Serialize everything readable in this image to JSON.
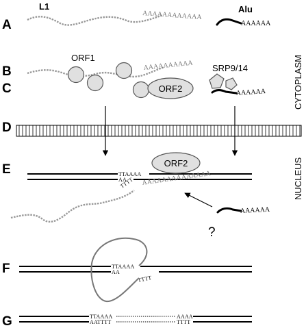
{
  "steps": [
    "A",
    "B",
    "C",
    "D",
    "E",
    "F",
    "G"
  ],
  "labels": {
    "l1": "L1",
    "alu": "Alu",
    "orf1": "ORF1",
    "orf2": "ORF2",
    "orf2_nucleus": "ORF2",
    "srp": "SRP9/14",
    "cytoplasm": "CYTOPLASM",
    "nucleus": "NUCLEUS",
    "question": "?"
  },
  "poly_a_tails": {
    "l1": "AAAAAAAAAAAA",
    "alu_a": "AAAAAA",
    "l1_b": "AAAAAAAAAA",
    "alu_c": "AAAAAA",
    "l1_e": "AAAAAAAAAAAAAA",
    "alu_e": "AAAAAA"
  },
  "sequences": {
    "e_top": "TTAAAA",
    "e_bottom": "AA",
    "e_diag": "TTTT",
    "f_top": "TTAAAA",
    "f_bottom": "AA",
    "f_lower": "TTTT",
    "g_left_top": "TTAAAA",
    "g_left_bottom": "AATTTT",
    "g_right_top": "AAAA",
    "g_right_bottom": "TTTT"
  },
  "colors": {
    "rna": "#999999",
    "dna": "#000000",
    "protein_fill": "#e0e0e0",
    "loop": "#777777"
  }
}
